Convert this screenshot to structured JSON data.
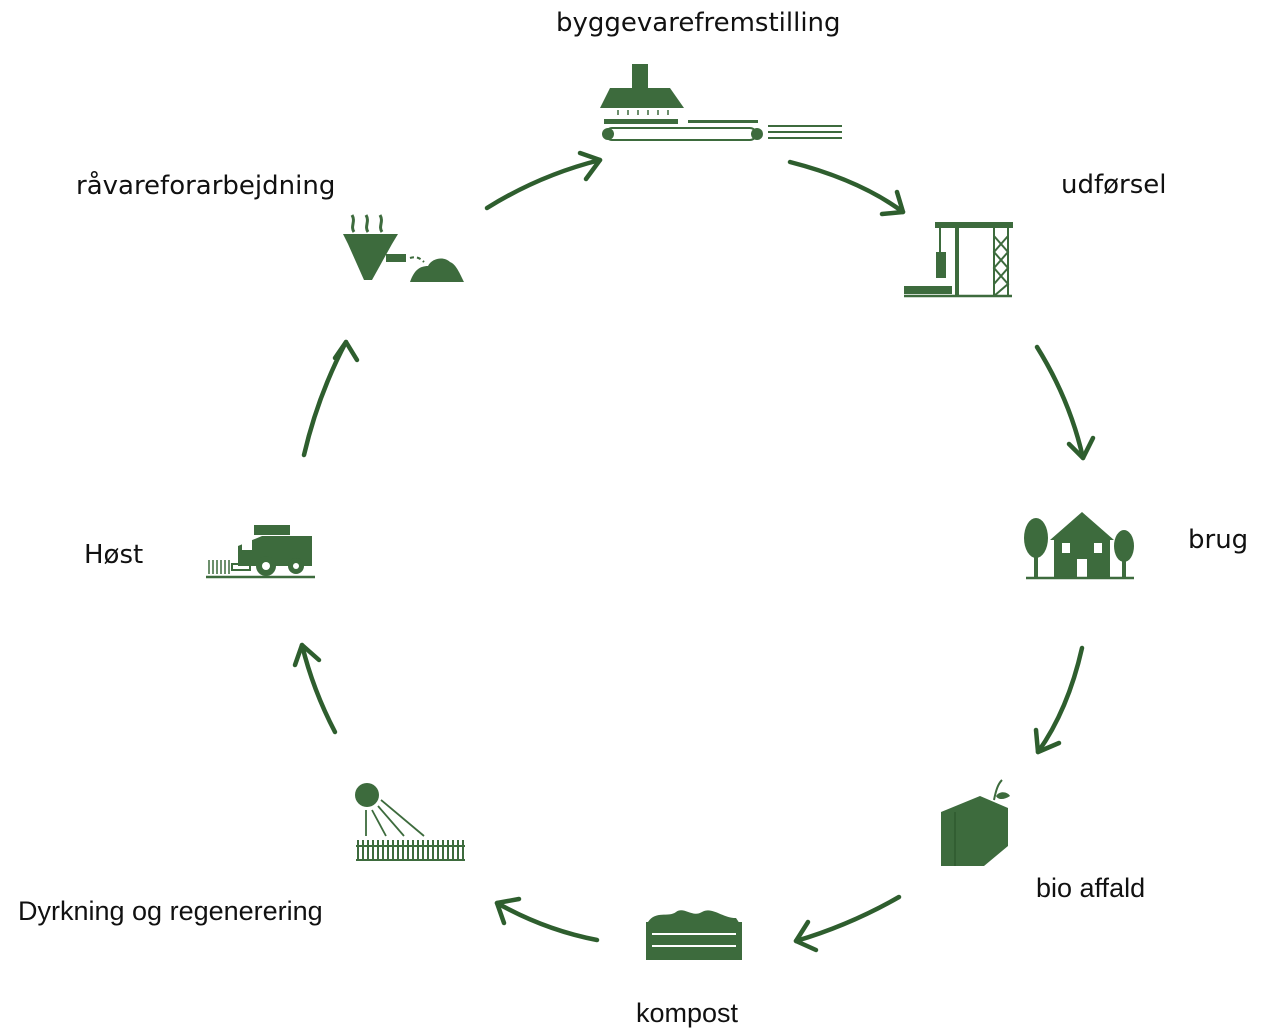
{
  "diagram": {
    "type": "cycle",
    "accent_color": "#3d6b3d",
    "arrow_color": "#2e5e2e",
    "stages": [
      {
        "id": "byggevarefremstilling",
        "label": "byggevarefremstilling",
        "icon": "factory-conveyor-icon"
      },
      {
        "id": "udforsel",
        "label": "udførsel",
        "icon": "crane-icon"
      },
      {
        "id": "brug",
        "label": "brug",
        "icon": "house-trees-icon"
      },
      {
        "id": "bio-affald",
        "label": "bio affald",
        "icon": "waste-bale-sprout-icon"
      },
      {
        "id": "kompost",
        "label": "kompost",
        "icon": "compost-crate-icon"
      },
      {
        "id": "dyrkning",
        "label": "Dyrkning og regenerering",
        "icon": "sun-field-icon"
      },
      {
        "id": "host",
        "label": "Høst",
        "icon": "combine-harvester-icon"
      },
      {
        "id": "ravareforarbejdning",
        "label": "råvareforarbejdning",
        "icon": "processing-hopper-icon"
      }
    ]
  }
}
